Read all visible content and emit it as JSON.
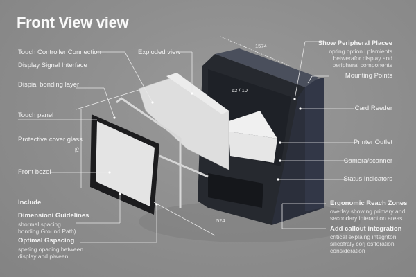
{
  "title": "Front View view",
  "left_labels": [
    {
      "id": "touch-controller",
      "text": "Touch Controller Connection"
    },
    {
      "id": "display-signal",
      "text": "Display Signal Interface"
    },
    {
      "id": "bonding-layer",
      "text": "Dispial bonding layer"
    },
    {
      "id": "touch-panel",
      "text": "Touch panel"
    },
    {
      "id": "cover-glass",
      "text": "Protective cover glass"
    },
    {
      "id": "front-bezel",
      "text": "Front bezel"
    },
    {
      "id": "include",
      "text": "Include"
    }
  ],
  "left_notes": [
    {
      "id": "dimension-guidelines",
      "heading": "Dimensioni Guidelines",
      "lines": [
        "shormal spacing",
        "bonding Ground Path)"
      ]
    },
    {
      "id": "optimal-spacing",
      "heading": "Optimal Gspacing",
      "lines": [
        "speting opacing between",
        "display and piween"
      ]
    }
  ],
  "center_labels": {
    "exploded_view": "Exploded view"
  },
  "right_labels": [
    {
      "id": "mounting-points",
      "text": "Mounting Points"
    },
    {
      "id": "card-reader",
      "text": "Card Reeder"
    },
    {
      "id": "printer-outlet",
      "text": "Printer Outlet"
    },
    {
      "id": "camera-scanner",
      "text": "Camera/scanner"
    },
    {
      "id": "status-indicators",
      "text": "Status Indicators"
    }
  ],
  "right_notes": [
    {
      "id": "peripheral-placement",
      "heading": "Show Peripheral Placee",
      "lines": [
        "opting option i plamients",
        "betwerafor display and",
        "peripheral components"
      ]
    },
    {
      "id": "ergonomic-reach",
      "heading": "Ergonomic Reach Zones",
      "lines": [
        "overlay showing primary and",
        "secondary interaction areas"
      ]
    },
    {
      "id": "callout-integration",
      "heading": "Add callout integration",
      "lines": [
        "critical explaing integnton",
        "silicofraly corj osfloration",
        "consideration"
      ]
    }
  ],
  "dimensions": {
    "top_width": "1574",
    "inner_depth": "62 / 10",
    "panel_height": "75",
    "base_width": "524"
  },
  "colors": {
    "background": "#8f8f8f",
    "cabinet": "#2b2f3b",
    "panel_light": "#e4e4e4",
    "bezel": "#1c1c1e",
    "line": "#e8e8e8"
  }
}
